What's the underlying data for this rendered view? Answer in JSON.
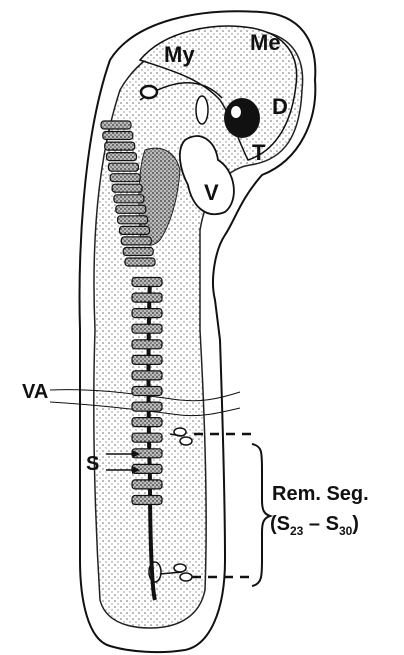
{
  "labels": {
    "my": "My",
    "me": "Me",
    "d": "D",
    "t": "T",
    "v": "V",
    "va": "VA",
    "s": "S",
    "rem_seg": "Rem. Seg.",
    "range_open": "(S",
    "range_sub_start": "23",
    "range_dash": " – S",
    "range_sub_end": "30",
    "range_close": ")"
  },
  "diagram": {
    "somites_upper_count": 14,
    "somites_lower_count": 15
  }
}
